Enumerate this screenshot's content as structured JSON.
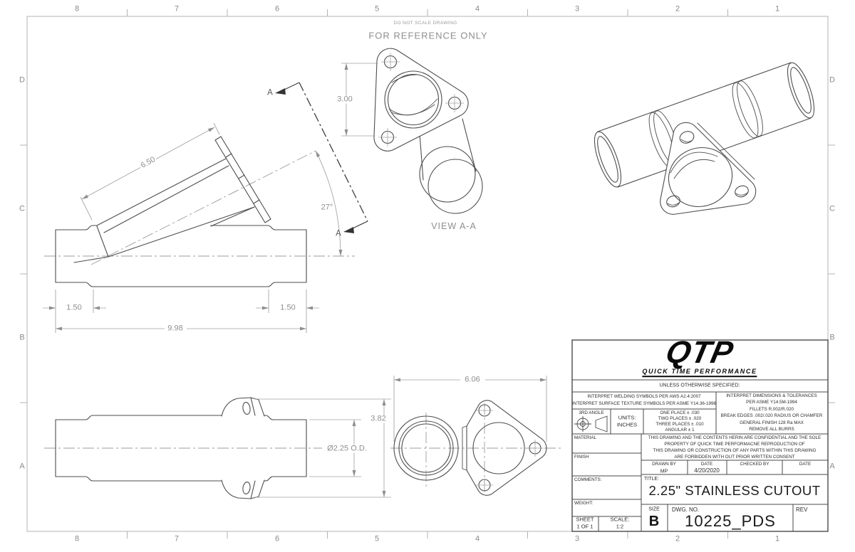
{
  "border": {
    "columns": [
      "8",
      "7",
      "6",
      "5",
      "4",
      "3",
      "2",
      "1"
    ],
    "rows": [
      "D",
      "C",
      "B",
      "A"
    ]
  },
  "annotations": {
    "do_not_scale": "DO NOT SCALE DRAWING",
    "for_reference": "FOR REFERENCE ONLY",
    "view_aa": "VIEW A-A",
    "section_arrow": "A"
  },
  "dimensions": {
    "branch_length": "6.50",
    "branch_angle": "27°",
    "left_slip": "1.50",
    "right_slip": "1.50",
    "overall_length": "9.98",
    "bolt_spacing": "3.00",
    "assembly_width": "6.06",
    "flange_width": "3.82",
    "pipe_od": "Ø2.25 O.D."
  },
  "title_block": {
    "logo_text": "QTP",
    "logo_subtitle": "QUICK TIME PERFORMANCE",
    "unless_note": "UNLESS OTHERWISE SPECIFIED:",
    "welding_notes": [
      "INTERPRET WELDING SYMBOLS PER AWS A2.4:2007",
      "INTERPRET SURFACE TEXTURE SYMBOLS PER ASME Y14.36-1996"
    ],
    "angle_label": "3RD ANGLE",
    "units_label": "UNITS:",
    "units_value": "INCHES",
    "tolerances": [
      "ONE PLACE ± .030",
      "TWO PLACES ± .020",
      "THREE PLACES ± .010",
      "ANGULAR ± 1"
    ],
    "dim_notes": [
      "INTERPRET DIMENSIONS & TOLERANCES",
      "PER ASME Y14.5M-1994",
      "FILLETS R.002/R.020",
      "BREAK EDGES .002/.020 RADIUS OR CHAMFER",
      "GENERAL FINISH 128 Ra MAX",
      "REMOVE ALL BURRS"
    ],
    "material_label": "MATERIAL",
    "finish_label": "FINISH",
    "comments_label": "COMMENTS:",
    "weight_label": "WEIGHT:",
    "confidential_lines": [
      "THIS DRAWING AND THE CONTENTS HERIN ARE CONFIDENTIAL AND THE SOLE",
      "PROPERTY OF QUICK TIME PERFORMACNE REPRODUCTION OF",
      "THIS DRAWING OR CONSTRUCTION OF ANY PARTS WITHIN THIS DRAWING",
      "ARE FORBIDDEN WITH OUT PRIOR WRITTEN CONSENT"
    ],
    "drawn_by_label": "DRAWN BY",
    "drawn_by_value": "MP",
    "date_label": "DATE",
    "date_value": "4/20/2020",
    "checked_by_label": "CHECKED BY",
    "date2_label": "DATE",
    "title_label": "TITLE:",
    "title_value": "2.25\" STAINLESS CUTOUT",
    "sheet_label": "SHEET",
    "sheet_value": "1 OF 1",
    "scale_label": "SCALE:",
    "scale_value": "1:2",
    "size_label": "SIZE",
    "size_value": "B",
    "dwg_label": "DWG. NO.",
    "dwg_value": "10225_PDS",
    "rev_label": "REV"
  }
}
